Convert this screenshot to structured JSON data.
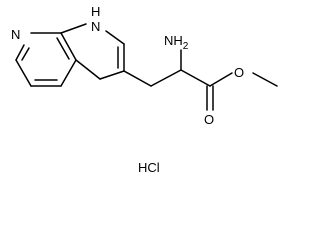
{
  "structure": {
    "atoms": {
      "pyridine_n": "N",
      "pyrrole_nh": "H",
      "pyrrole_n": "N",
      "amine": "NH",
      "amine_sub": "2",
      "ester_o_single": "O",
      "ester_o_double": "O"
    },
    "salt": "HCl"
  }
}
